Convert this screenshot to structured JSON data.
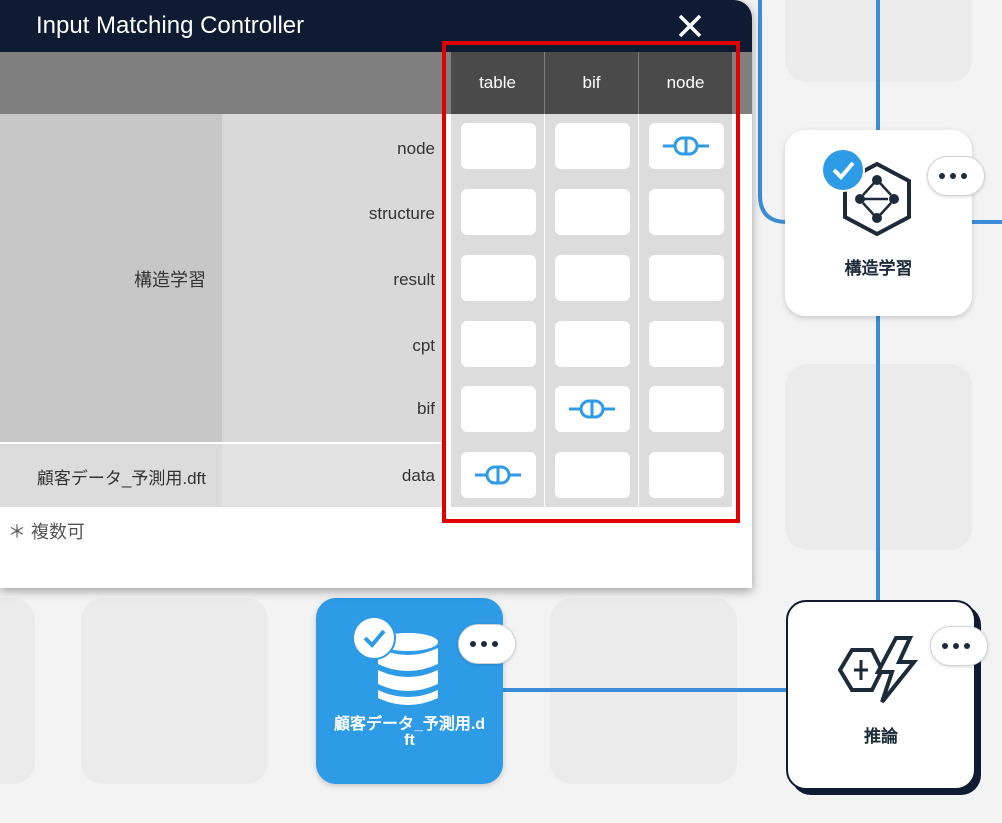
{
  "dialog": {
    "title": "Input Matching Controller",
    "close_label": "✕",
    "columns": [
      "table",
      "bif",
      "node"
    ],
    "groups": [
      {
        "name": "構造学習",
        "ports": [
          "node",
          "structure",
          "result",
          "cpt",
          "bif"
        ]
      },
      {
        "name": "顧客データ_予測用.dft",
        "ports": [
          "data"
        ]
      }
    ],
    "matches": [
      {
        "port": "node",
        "column": "node"
      },
      {
        "port": "bif",
        "column": "bif"
      },
      {
        "port": "data",
        "column": "table"
      }
    ],
    "note": "＊ 複数可"
  },
  "canvas": {
    "nodes": {
      "structure_learning": {
        "label": "構造学習",
        "icon": "network-hexagon-icon"
      },
      "inference": {
        "label": "推論",
        "icon": "lightning-network-icon"
      },
      "customer_data": {
        "label_line1": "顧客データ_予測用.d",
        "label_line2": "ft",
        "icon": "database-icon"
      }
    },
    "more_icon": "ellipsis-icon",
    "check_icon": "check-icon"
  },
  "colors": {
    "titlebar": "#0f1b33",
    "accent": "#2e9be6",
    "highlight": "#e00000",
    "column_header": "#4a4a4a"
  }
}
